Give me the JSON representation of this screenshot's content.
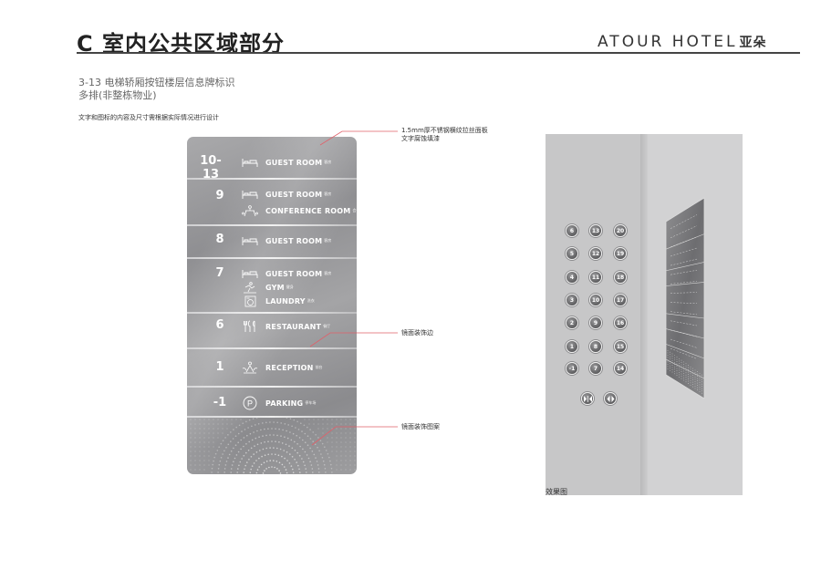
{
  "header": {
    "title": "C 室内公共区域部分",
    "brand": "ATOUR HOTEL",
    "brand_cn": "亚朵"
  },
  "section": {
    "code": "3-13  电梯轿厢按钮楼层信息牌标识",
    "subtitle": "多排(非整栋物业)",
    "note": "文字和图标的内容及尺寸需根据实际情况进行设计"
  },
  "sign": {
    "rows": [
      {
        "floor": "10-13",
        "entries": [
          {
            "icon": "bed-icon",
            "en": "GUEST ROOM",
            "cn": "客房"
          }
        ]
      },
      {
        "floor": "9",
        "entries": [
          {
            "icon": "bed-icon",
            "en": "GUEST ROOM",
            "cn": "客房"
          },
          {
            "icon": "conference-icon",
            "en": "CONFERENCE ROOM",
            "cn": "会议室"
          }
        ]
      },
      {
        "floor": "8",
        "entries": [
          {
            "icon": "bed-icon",
            "en": "GUEST ROOM",
            "cn": "客房"
          }
        ]
      },
      {
        "floor": "7",
        "entries": [
          {
            "icon": "bed-icon",
            "en": "GUEST ROOM",
            "cn": "客房"
          },
          {
            "icon": "gym-icon",
            "en": "GYM",
            "cn": "健身"
          },
          {
            "icon": "laundry-icon",
            "en": "LAUNDRY",
            "cn": "洗衣"
          }
        ]
      },
      {
        "floor": "6",
        "entries": [
          {
            "icon": "restaurant-icon",
            "en": "RESTAURANT",
            "cn": "餐厅"
          }
        ]
      },
      {
        "floor": "1",
        "entries": [
          {
            "icon": "reception-icon",
            "en": "RECEPTION",
            "cn": "前台"
          }
        ]
      },
      {
        "floor": "-1",
        "entries": [
          {
            "icon": "parking-icon",
            "en": "PARKING",
            "cn": "停车场"
          }
        ]
      }
    ]
  },
  "callouts": {
    "material_line1": "1.5mm厚不锈钢横纹拉丝面板",
    "material_line2": "文字腐蚀填漆",
    "mirror_edge": "镜面装饰边",
    "mirror_pattern": "镜面装饰图案"
  },
  "render": {
    "caption": "效果图",
    "buttons": [
      [
        "6",
        "13",
        "20"
      ],
      [
        "5",
        "12",
        "19"
      ],
      [
        "4",
        "11",
        "18"
      ],
      [
        "3",
        "10",
        "17"
      ],
      [
        "2",
        "9",
        "16"
      ],
      [
        "1",
        "8",
        "15"
      ],
      [
        "-1",
        "7",
        "14"
      ]
    ],
    "door_buttons": [
      "door-close-icon",
      "door-open-icon"
    ]
  }
}
